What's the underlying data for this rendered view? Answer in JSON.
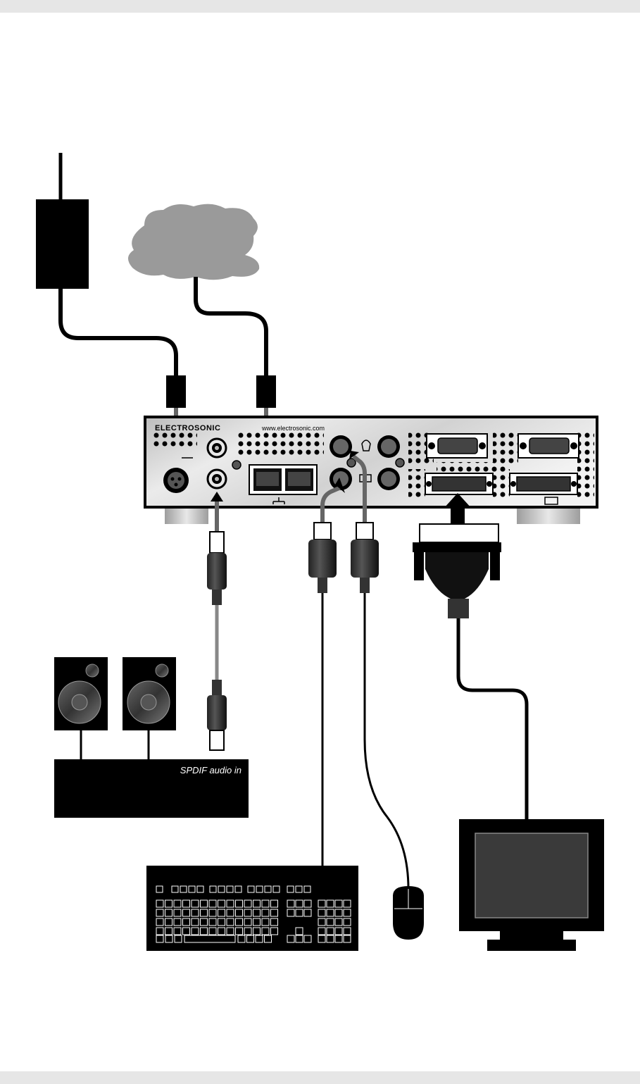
{
  "device": {
    "brand": "ELECTROSONIC",
    "url": "www.electrosonic.com"
  },
  "amplifier": {
    "label": "SPDIF audio in"
  },
  "peripherals": [
    "power-supply",
    "network-cloud",
    "speakers",
    "amplifier",
    "keyboard",
    "mouse",
    "monitor"
  ],
  "colors": {
    "ink": "#000000",
    "cloud": "#9a9a9a",
    "panel": "#d0d0d0",
    "band": "#e6e6e6"
  }
}
